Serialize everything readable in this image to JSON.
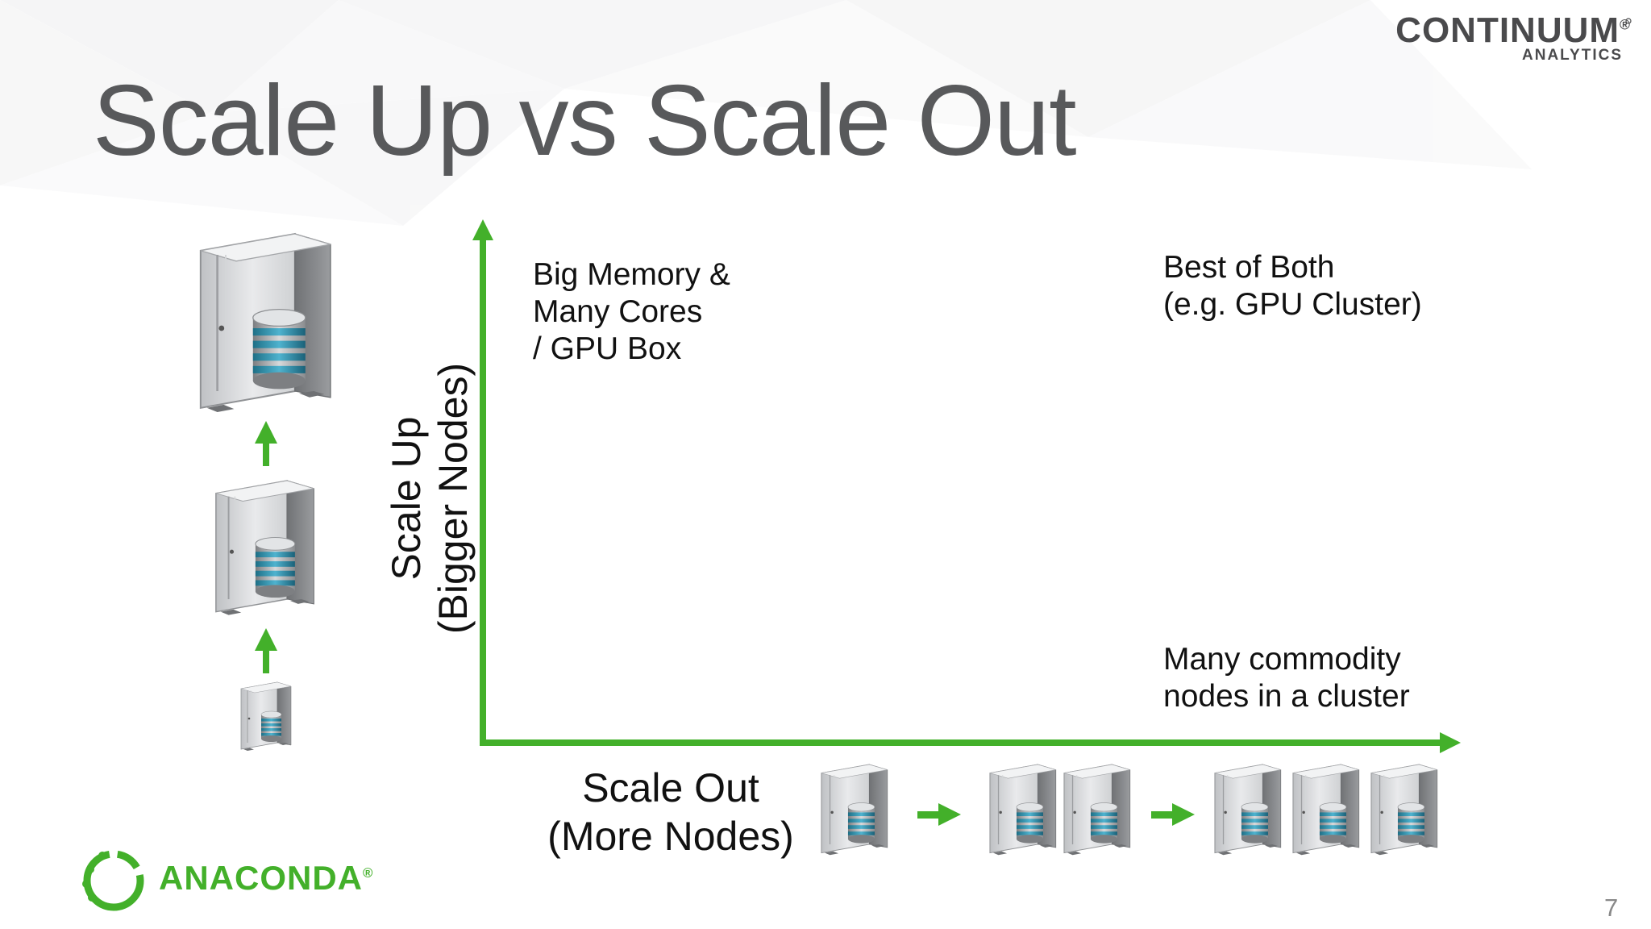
{
  "title": "Scale Up vs Scale Out",
  "brand": {
    "name": "CONTINUUM",
    "subtitle": "ANALYTICS",
    "registered_mark": "®"
  },
  "y_axis": {
    "label_line1": "Scale Up",
    "label_line2": "(Bigger Nodes)"
  },
  "x_axis": {
    "label_line1": "Scale Out",
    "label_line2": "(More Nodes)"
  },
  "quadrants": {
    "top_left": [
      "Big Memory &",
      "Many Cores",
      "/ GPU Box"
    ],
    "top_right": [
      "Best of Both",
      "(e.g. GPU Cluster)"
    ],
    "bottom_right": [
      "Many commodity",
      "nodes in a cluster"
    ]
  },
  "footer": {
    "logo_text": "ANACONDA",
    "registered_mark": "®",
    "page_number": "7"
  },
  "colors": {
    "accent_green": "#43b02a",
    "title_gray": "#58595b",
    "text": "#111111"
  },
  "icons": {
    "server": "server-tower-icon",
    "database": "database-stack-icon",
    "arrow": "green-arrow-icon",
    "logo": "anaconda-ring-icon"
  }
}
